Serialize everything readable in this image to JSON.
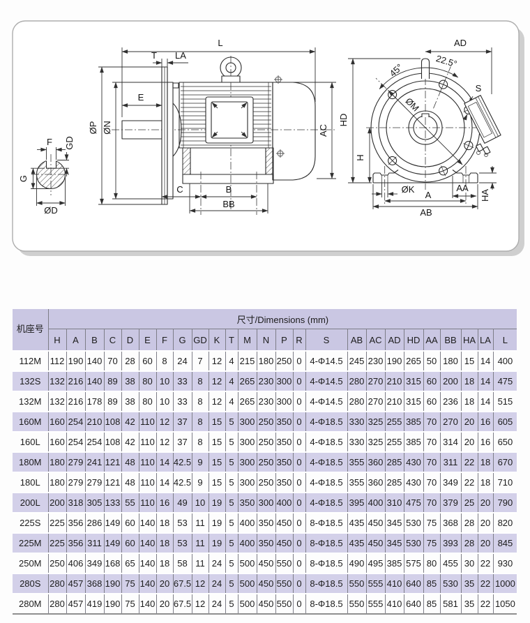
{
  "drawing": {
    "labels": {
      "l": "L",
      "t": "T",
      "la": "LA",
      "e": "E",
      "op": "ØP",
      "on": "ØN",
      "ac": "AC",
      "c": "C",
      "b": "B",
      "bb": "BB",
      "f": "F",
      "gd": "GD",
      "g": "G",
      "od": "ØD",
      "ad": "AD",
      "deg45": "45°",
      "deg225": "22.5°",
      "s": "S",
      "om": "ØM",
      "hd": "HD",
      "h": "H",
      "ok": "ØK",
      "a": "A",
      "aa": "AA",
      "ab": "AB",
      "ha": "HA"
    }
  },
  "table": {
    "frame_header": "机座号",
    "dims_header": "尺寸/Dimensions (mm)",
    "columns": [
      "H",
      "A",
      "B",
      "C",
      "D",
      "E",
      "F",
      "G",
      "GD",
      "K",
      "T",
      "M",
      "N",
      "P",
      "R",
      "S",
      "AB",
      "AC",
      "AD",
      "HD",
      "AA",
      "BB",
      "HA",
      "LA",
      "L"
    ],
    "rows": [
      {
        "frame": "112M",
        "values": [
          "112",
          "190",
          "140",
          "70",
          "28",
          "60",
          "8",
          "24",
          "7",
          "12",
          "4",
          "215",
          "180",
          "250",
          "0",
          "4-Φ14.5",
          "245",
          "230",
          "190",
          "265",
          "50",
          "180",
          "15",
          "14",
          "400"
        ]
      },
      {
        "frame": "132S",
        "values": [
          "132",
          "216",
          "140",
          "89",
          "38",
          "80",
          "10",
          "33",
          "8",
          "12",
          "4",
          "265",
          "230",
          "300",
          "0",
          "4-Φ14.5",
          "280",
          "270",
          "210",
          "315",
          "60",
          "200",
          "18",
          "14",
          "475"
        ]
      },
      {
        "frame": "132M",
        "values": [
          "132",
          "216",
          "178",
          "89",
          "38",
          "80",
          "10",
          "33",
          "8",
          "12",
          "4",
          "265",
          "230",
          "300",
          "0",
          "4-Φ14.5",
          "280",
          "270",
          "210",
          "315",
          "60",
          "236",
          "18",
          "14",
          "515"
        ]
      },
      {
        "frame": "160M",
        "values": [
          "160",
          "254",
          "210",
          "108",
          "42",
          "110",
          "12",
          "37",
          "8",
          "15",
          "5",
          "300",
          "250",
          "350",
          "0",
          "4-Φ18.5",
          "330",
          "325",
          "255",
          "385",
          "70",
          "270",
          "20",
          "16",
          "605"
        ]
      },
      {
        "frame": "160L",
        "values": [
          "160",
          "254",
          "254",
          "108",
          "42",
          "110",
          "12",
          "37",
          "8",
          "15",
          "5",
          "300",
          "250",
          "350",
          "0",
          "4-Φ18.5",
          "330",
          "325",
          "255",
          "385",
          "70",
          "314",
          "20",
          "16",
          "650"
        ]
      },
      {
        "frame": "180M",
        "values": [
          "180",
          "279",
          "241",
          "121",
          "48",
          "110",
          "14",
          "42.5",
          "9",
          "15",
          "5",
          "300",
          "250",
          "350",
          "0",
          "4-Φ18.5",
          "355",
          "360",
          "285",
          "430",
          "70",
          "311",
          "22",
          "18",
          "670"
        ]
      },
      {
        "frame": "180L",
        "values": [
          "180",
          "279",
          "279",
          "121",
          "48",
          "110",
          "14",
          "42.5",
          "9",
          "15",
          "5",
          "300",
          "250",
          "350",
          "0",
          "4-Φ18.5",
          "355",
          "360",
          "285",
          "430",
          "70",
          "349",
          "22",
          "18",
          "710"
        ]
      },
      {
        "frame": "200L",
        "values": [
          "200",
          "318",
          "305",
          "133",
          "55",
          "110",
          "16",
          "49",
          "10",
          "19",
          "5",
          "350",
          "300",
          "400",
          "0",
          "4-Φ18.5",
          "395",
          "400",
          "310",
          "475",
          "70",
          "379",
          "25",
          "20",
          "790"
        ]
      },
      {
        "frame": "225S",
        "values": [
          "225",
          "356",
          "286",
          "149",
          "60",
          "140",
          "18",
          "53",
          "11",
          "19",
          "5",
          "400",
          "350",
          "450",
          "0",
          "8-Φ18.5",
          "435",
          "450",
          "345",
          "530",
          "75",
          "368",
          "28",
          "20",
          "820"
        ]
      },
      {
        "frame": "225M",
        "values": [
          "225",
          "356",
          "311",
          "149",
          "60",
          "140",
          "18",
          "53",
          "11",
          "19",
          "5",
          "400",
          "350",
          "450",
          "0",
          "8-Φ18.5",
          "435",
          "450",
          "345",
          "530",
          "75",
          "393",
          "28",
          "20",
          "845"
        ]
      },
      {
        "frame": "250M",
        "values": [
          "250",
          "406",
          "349",
          "168",
          "65",
          "140",
          "18",
          "58",
          "11",
          "24",
          "5",
          "500",
          "450",
          "550",
          "0",
          "8-Φ18.5",
          "490",
          "495",
          "385",
          "575",
          "80",
          "455",
          "30",
          "22",
          "930"
        ]
      },
      {
        "frame": "280S",
        "values": [
          "280",
          "457",
          "368",
          "190",
          "75",
          "140",
          "20",
          "67.5",
          "12",
          "24",
          "5",
          "500",
          "450",
          "550",
          "0",
          "8-Φ18.5",
          "550",
          "555",
          "410",
          "640",
          "85",
          "530",
          "35",
          "22",
          "1000"
        ]
      },
      {
        "frame": "280M",
        "values": [
          "280",
          "457",
          "419",
          "190",
          "75",
          "140",
          "20",
          "67.5",
          "12",
          "24",
          "5",
          "500",
          "450",
          "550",
          "0",
          "8-Φ18.5",
          "550",
          "555",
          "410",
          "640",
          "85",
          "581",
          "35",
          "22",
          "1050"
        ]
      }
    ]
  },
  "colors": {
    "header_bg": "#cac7e3",
    "row_alt_bg": "#d3d0e9",
    "grid_line": "#7d7d87"
  }
}
